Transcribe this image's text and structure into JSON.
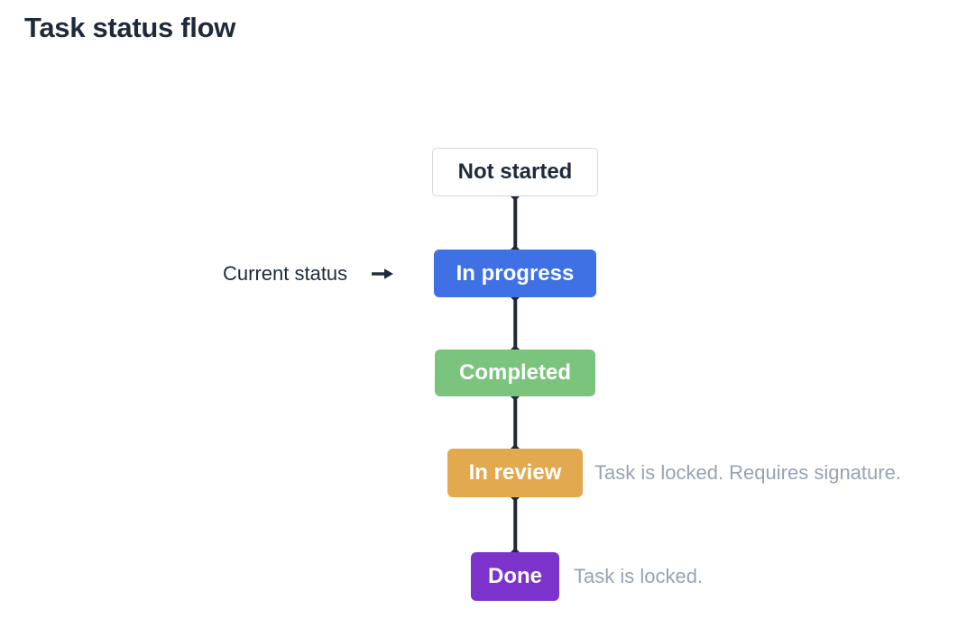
{
  "page": {
    "title": "Task status flow"
  },
  "colors": {
    "navy": "#1e2a3a",
    "blue": "#3f70e4",
    "green": "#7ac47e",
    "orange": "#e3a94e",
    "purple": "#7b33cc",
    "gray_text": "#98a2b3",
    "border": "#d3d8de",
    "background": "#ffffff"
  },
  "flow": {
    "current_status_label": "Current status",
    "current_status_icon": "right-arrow-icon",
    "nodes": [
      {
        "id": "not-started",
        "label": "Not started",
        "style": "outline",
        "note": ""
      },
      {
        "id": "in-progress",
        "label": "In progress",
        "style": "blue",
        "is_current": true,
        "note": ""
      },
      {
        "id": "completed",
        "label": "Completed",
        "style": "green",
        "note": ""
      },
      {
        "id": "in-review",
        "label": "In review",
        "style": "orange",
        "note": "Task is locked. Requires signature."
      },
      {
        "id": "done",
        "label": "Done",
        "style": "purple",
        "note": "Task is locked."
      }
    ]
  }
}
